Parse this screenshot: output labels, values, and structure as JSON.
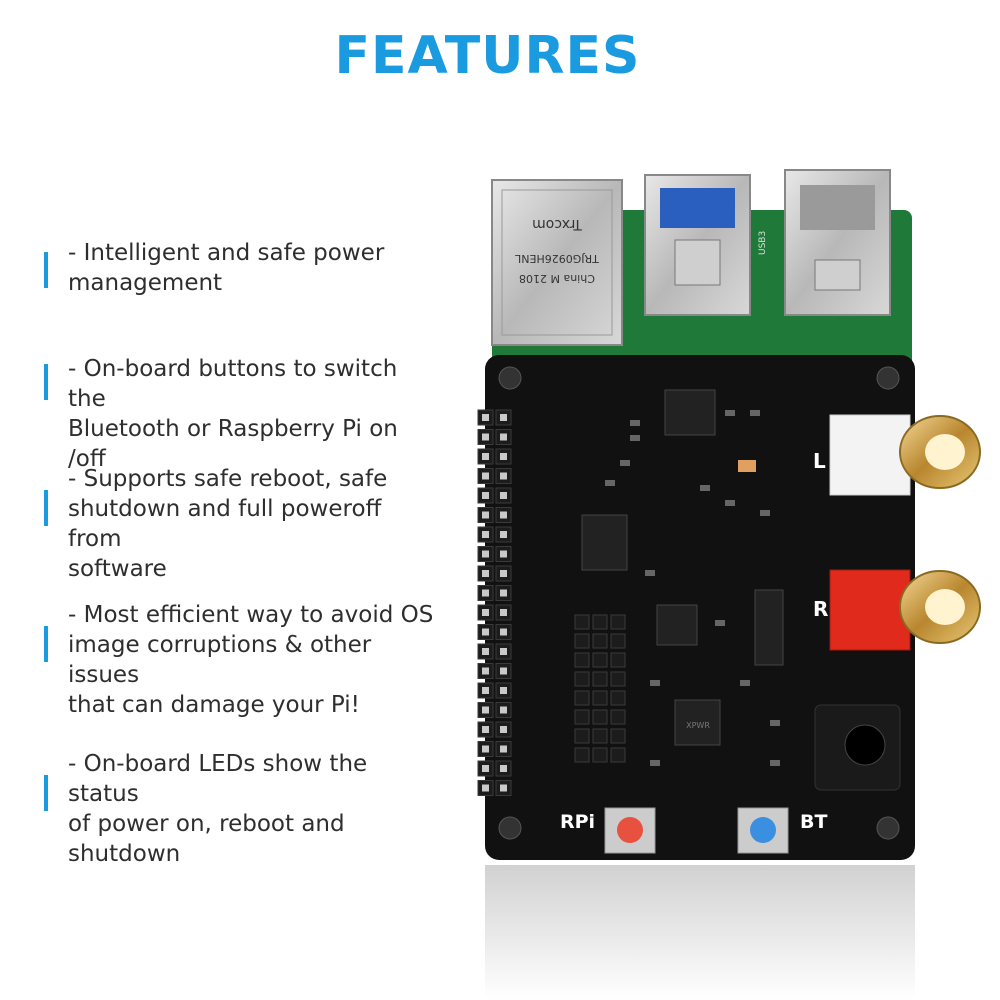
{
  "title": "FEATURES",
  "colors": {
    "accent": "#1a9be0",
    "text": "#2e2e2e",
    "board": "#111111",
    "pcb_green": "#1f7a3a",
    "rca_white": "#f3f3f3",
    "rca_red": "#e02a1b",
    "button_red": "#e85040",
    "button_blue": "#3a8fe0"
  },
  "features": [
    {
      "text": "- Intelligent and safe power\nmanagement"
    },
    {
      "text": "- On-board buttons to switch the\nBluetooth or Raspberry Pi on /off"
    },
    {
      "text": "- Supports safe reboot, safe\nshutdown and full poweroff from\nsoftware"
    },
    {
      "text": "- Most efficient way to avoid OS\nimage corruptions & other issues\nthat can damage your Pi!"
    },
    {
      "text": "- On-board LEDs show the status\nof power on, reboot and\nshutdown"
    }
  ],
  "board": {
    "ethernet_label_1": "Trxcom",
    "ethernet_label_2": "TRJG0926HENL",
    "ethernet_label_3": "China M 2108",
    "usb3_label": "USB3",
    "left_channel": "L",
    "right_channel": "R",
    "button_rpi": "RPi",
    "button_bt": "BT",
    "chip_label": "XPWR"
  },
  "icons": [
    "bar-marker-icon"
  ]
}
